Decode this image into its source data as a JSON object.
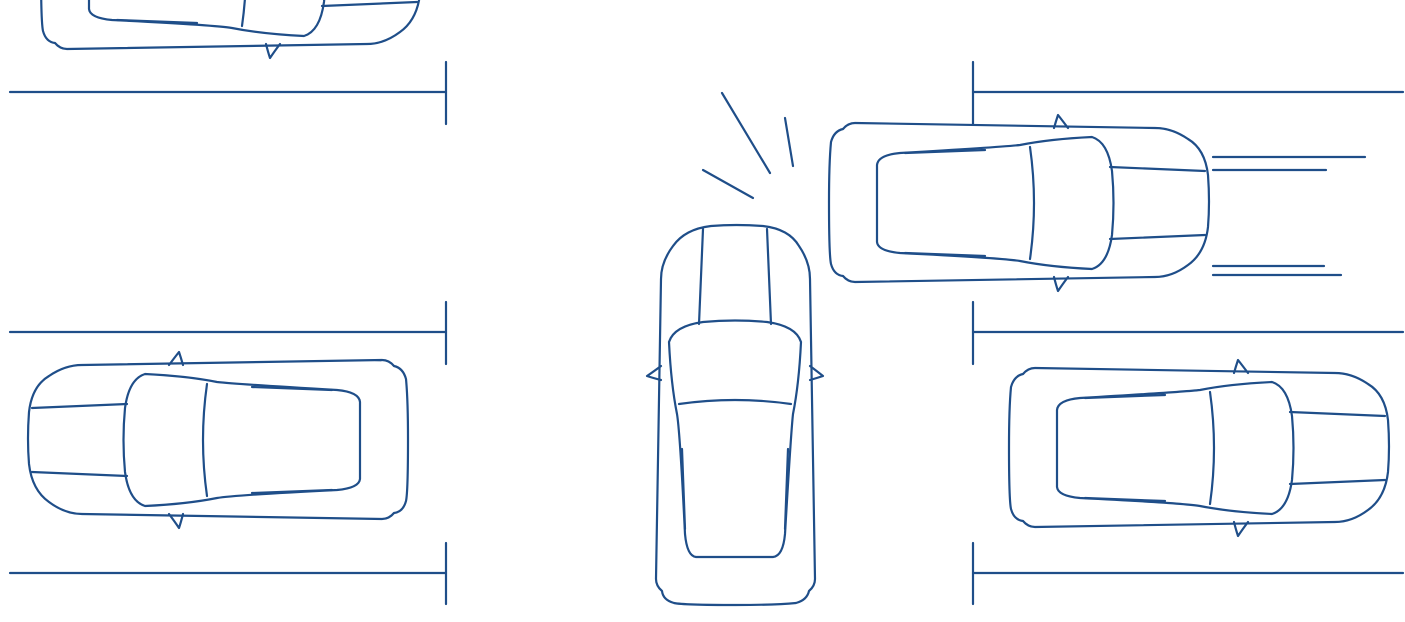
{
  "illustration": {
    "stroke_color": "#1f4e89",
    "background_color": "#ffffff",
    "elements": [
      "parking-lines",
      "parked-car-top-left",
      "parked-car-left",
      "parked-car-right",
      "car-backing-out",
      "car-moving",
      "impact-lines",
      "motion-lines"
    ]
  }
}
